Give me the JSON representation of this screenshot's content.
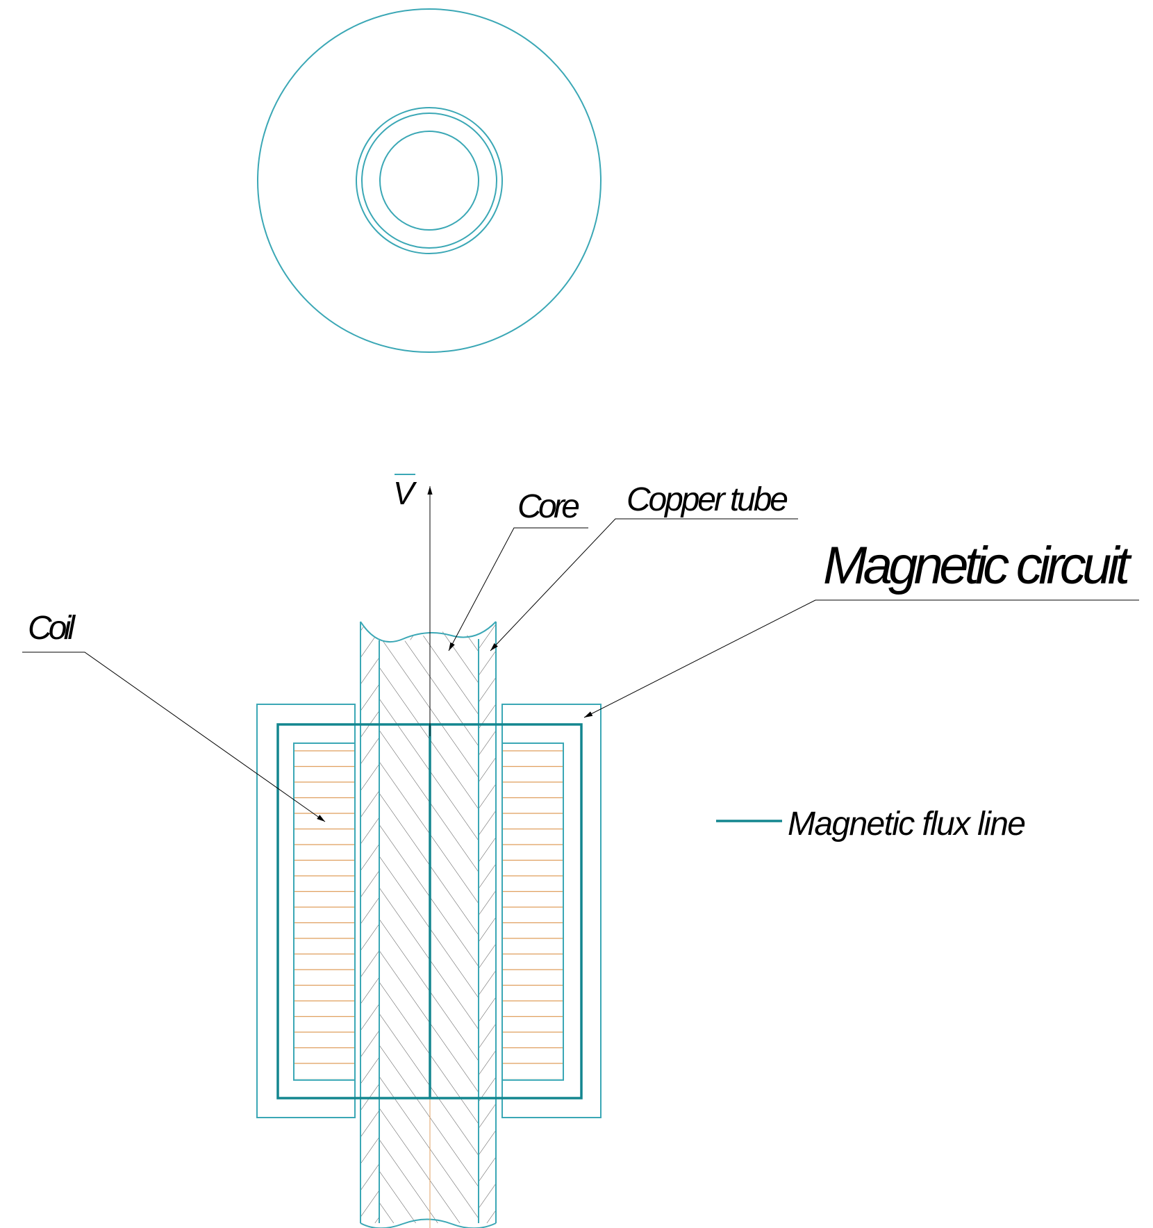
{
  "labels": {
    "velocity": "V",
    "core": "Core",
    "copper_tube": "Copper tube",
    "magnetic_circuit": "Magnetic circuit",
    "coil": "Coil",
    "legend_flux": "Magnetic flux line"
  },
  "colors": {
    "outline": "#3aa7b5",
    "flux_line": "#13868f",
    "coil_winding": "#e0a060",
    "axis": "#e0a060",
    "text": "#000000"
  }
}
